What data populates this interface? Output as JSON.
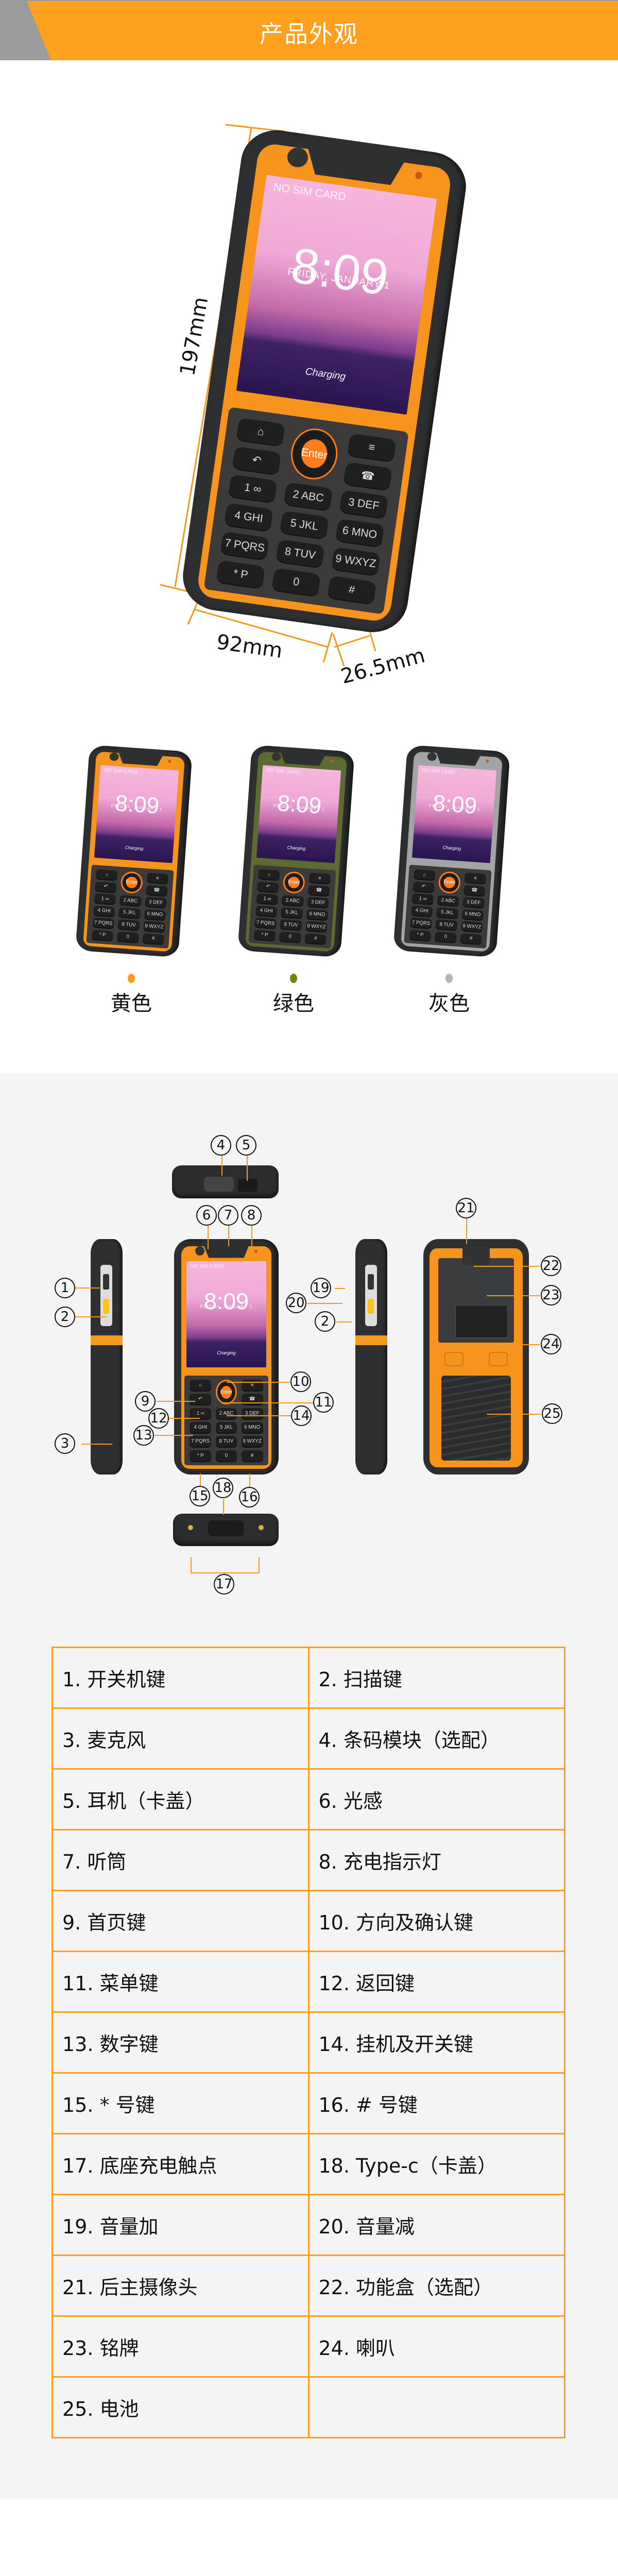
{
  "header": {
    "title": "产品外观"
  },
  "dimensions": {
    "height": "197mm",
    "width": "92mm",
    "depth": "26.5mm"
  },
  "phone_screen": {
    "status": "NO SIM CARD",
    "time": "8:09",
    "date": "FRIDAY, JANUARY 1",
    "charging": "Charging",
    "enter": "Enter",
    "keys": [
      "⌂",
      "",
      "≡",
      "↶",
      "",
      "☎",
      "1 ∞",
      "2 ABC",
      "3 DEF",
      "4 GHI",
      "5 JKL",
      "6 MNO",
      "7 PQRS",
      "8 TUV",
      "9 WXYZ",
      "* P",
      "0",
      "#"
    ]
  },
  "color_variants": [
    {
      "label": "黄色",
      "dot_color": "#ff9e1b",
      "frame_color": "#f7941d"
    },
    {
      "label": "绿色",
      "dot_color": "#6b8a0a",
      "frame_color": "#5d6b33"
    },
    {
      "label": "灰色",
      "dot_color": "#b4b4bc",
      "frame_color": "#a2a4a6"
    }
  ],
  "callouts": [
    "1",
    "2",
    "3",
    "4",
    "5",
    "6",
    "7",
    "8",
    "9",
    "10",
    "11",
    "12",
    "13",
    "14",
    "15",
    "16",
    "17",
    "18",
    "19",
    "20",
    "21",
    "22",
    "23",
    "24",
    "25"
  ],
  "spec_table": [
    [
      "1. 开关机键",
      "2. 扫描键"
    ],
    [
      "3. 麦克风",
      " 4. 条码模块（选配）"
    ],
    [
      "5. 耳机（卡盖）",
      " 6. 光感"
    ],
    [
      "7. 听筒",
      "8. 充电指示灯"
    ],
    [
      "9. 首页键",
      "10. 方向及确认键"
    ],
    [
      "11. 菜单键",
      "12. 返回键"
    ],
    [
      "13. 数字键",
      "14. 挂机及开关键"
    ],
    [
      "15. * 号键",
      "16. # 号键"
    ],
    [
      "17. 底座充电触点",
      "18. Type-c（卡盖）"
    ],
    [
      "19. 音量加",
      "20. 音量减"
    ],
    [
      "21. 后主摄像头",
      "22. 功能盒（选配）"
    ],
    [
      "23. 铭牌",
      "24. 喇叭"
    ],
    [
      "25. 电池",
      ""
    ]
  ]
}
